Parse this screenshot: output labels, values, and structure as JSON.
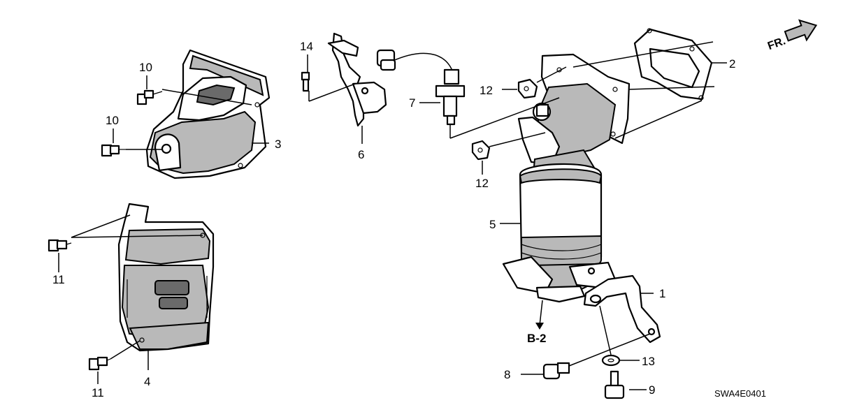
{
  "diagram": {
    "drawing_code": "SWA4E0401",
    "front_arrow_label": "FR.",
    "reference_label": "B-2",
    "callouts": {
      "c1": "1",
      "c2": "2",
      "c3": "3",
      "c4": "4",
      "c5": "5",
      "c6": "6",
      "c7": "7",
      "c8": "8",
      "c9": "9",
      "c10a": "10",
      "c10b": "10",
      "c11a": "11",
      "c11b": "11",
      "c12a": "12",
      "c12b": "12",
      "c13": "13",
      "c14": "14"
    }
  }
}
